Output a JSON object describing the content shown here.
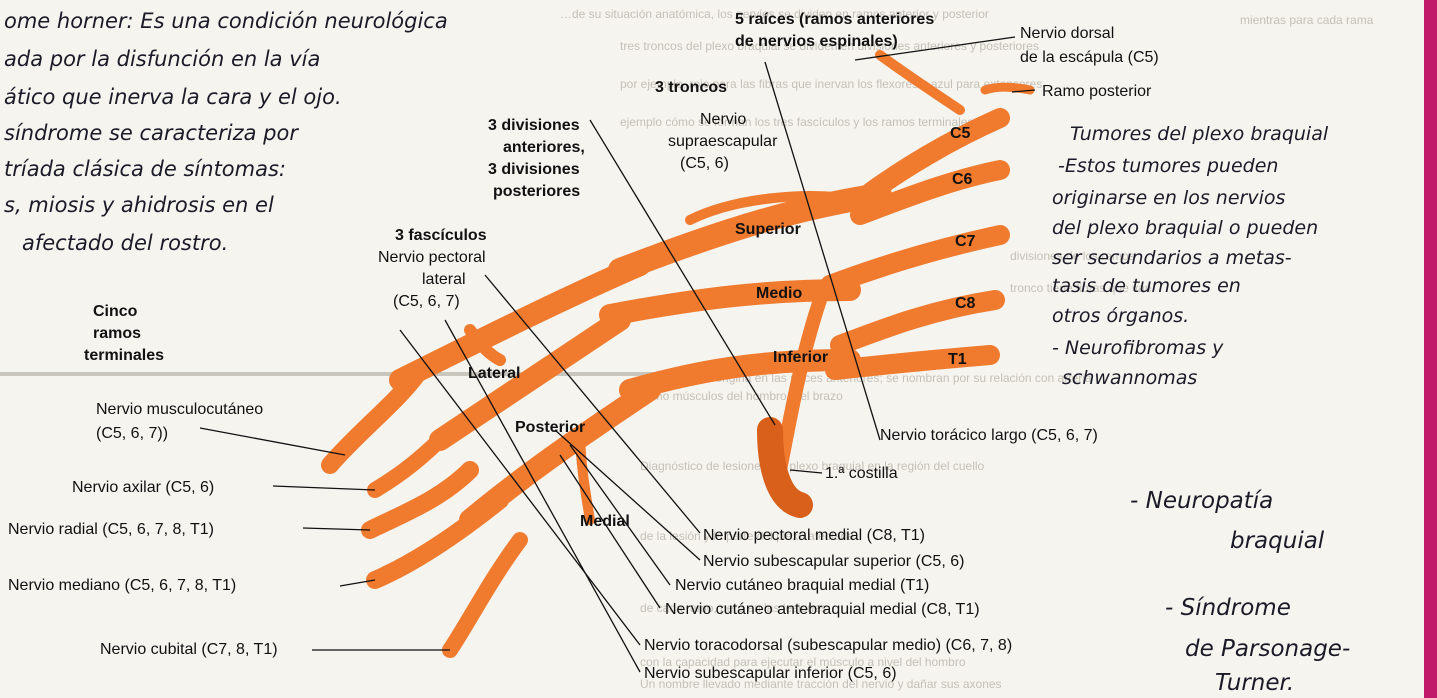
{
  "colors": {
    "paper": "#f6f4ef",
    "nerve": "#f07a2e",
    "nerve_dark": "#d9601b",
    "ink": "#111111",
    "pen": "#1b1b28",
    "margin": "#c21a6a",
    "faint": "#b9b6ae"
  },
  "handwriting_left": [
    "ome horner: Es una condición neurológica",
    "ada por la disfunción en la vía",
    "ático que inerva la cara y el ojo.",
    "síndrome se caracteriza por",
    "tríada clásica de síntomas:",
    "s, miosis y ahidrosis en el",
    "afectado del rostro."
  ],
  "handwriting_right": [
    "Tumores del plexo braquial",
    "-Estos tumores pueden",
    "originarse en los nervios",
    "del plexo braquial o pueden",
    "ser secundarios a metas-",
    "tasis de tumores en",
    "otros órganos.",
    "- Neurofibromas y",
    "schwannomas"
  ],
  "handwriting_bottom": [
    "- Neuropatía",
    "braquial",
    "- Síndrome",
    "de Parsonage-",
    "Turner."
  ],
  "diagram": {
    "header_roots": [
      "5 raíces (ramos anteriores",
      "de nervios espinales)"
    ],
    "header_trunks": "3 troncos",
    "header_divisions": [
      "3 divisiones",
      "anteriores,",
      "3 divisiones",
      "posteriores"
    ],
    "header_fascicles": "3 fascículos",
    "header_terminals": [
      "Cinco",
      "ramos",
      "terminales"
    ],
    "roots": [
      "C5",
      "C6",
      "C7",
      "C8",
      "T1"
    ],
    "trunks": [
      "Superior",
      "Medio",
      "Inferior"
    ],
    "cords": [
      "Lateral",
      "Posterior",
      "Medial"
    ],
    "top_labels": {
      "dorsal_scapular": [
        "Nervio dorsal",
        "de la escápula (C5)"
      ],
      "posterior_branch": "Ramo posterior",
      "suprascapular": [
        "Nervio",
        "supraescapular",
        "(C5, 6)"
      ],
      "lateral_pectoral": [
        "Nervio pectoral",
        "lateral",
        "(C5, 6, 7)"
      ]
    },
    "left_labels": [
      [
        "Nervio musculocutáneo",
        "(C5, 6, 7))"
      ],
      "Nervio axilar (C5, 6)",
      "Nervio radial (C5, 6, 7, 8, T1)",
      "Nervio mediano (C5, 6, 7, 8, T1)",
      "Nervio cubital (C7, 8, T1)"
    ],
    "right_labels": [
      "Nervio torácico largo (C5, 6, 7)",
      "1.ª costilla",
      "Nervio pectoral medial (C8, T1)",
      "Nervio subescapular superior (C5, 6)",
      "Nervio cutáneo braquial medial (T1)",
      "Nervio cutáneo antebraquial medial (C8, T1)",
      "Nervio toracodorsal (subescapular medio) (C6, 7, 8)",
      "Nervio subescapular inferior (C5, 6)"
    ]
  }
}
